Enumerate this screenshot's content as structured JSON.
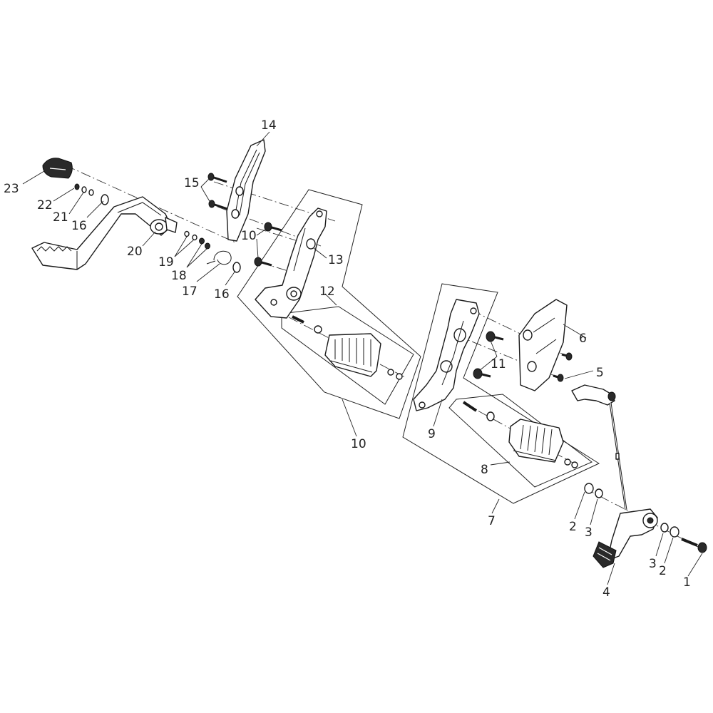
{
  "diagram": {
    "callouts": [
      {
        "id": "c1",
        "text": "1"
      },
      {
        "id": "c2a",
        "text": "2"
      },
      {
        "id": "c2b",
        "text": "2"
      },
      {
        "id": "c3a",
        "text": "3"
      },
      {
        "id": "c3b",
        "text": "3"
      },
      {
        "id": "c4",
        "text": "4"
      },
      {
        "id": "c5",
        "text": "5"
      },
      {
        "id": "c6",
        "text": "6"
      },
      {
        "id": "c7",
        "text": "7"
      },
      {
        "id": "c8",
        "text": "8"
      },
      {
        "id": "c9",
        "text": "9"
      },
      {
        "id": "c10a",
        "text": "10"
      },
      {
        "id": "c10b",
        "text": "10"
      },
      {
        "id": "c11",
        "text": "11"
      },
      {
        "id": "c12",
        "text": "12"
      },
      {
        "id": "c13",
        "text": "13"
      },
      {
        "id": "c14",
        "text": "14"
      },
      {
        "id": "c15",
        "text": "15"
      },
      {
        "id": "c16a",
        "text": "16"
      },
      {
        "id": "c16b",
        "text": "16"
      },
      {
        "id": "c17",
        "text": "17"
      },
      {
        "id": "c18",
        "text": "18"
      },
      {
        "id": "c19",
        "text": "19"
      },
      {
        "id": "c20",
        "text": "20"
      },
      {
        "id": "c21",
        "text": "21"
      },
      {
        "id": "c22",
        "text": "22"
      },
      {
        "id": "c23",
        "text": "23"
      }
    ],
    "colors": {
      "line": "#1a1a1a",
      "background": "#ffffff",
      "fill_dark": "#2a2a2a"
    }
  }
}
